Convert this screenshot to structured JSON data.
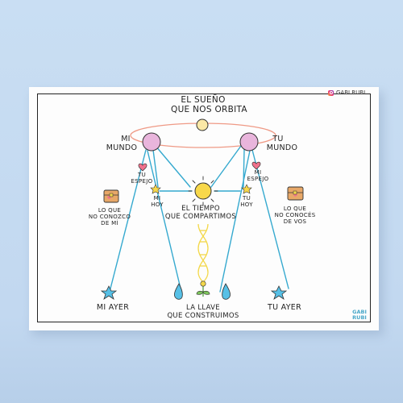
{
  "brand": {
    "handle": "GABI RUBI",
    "logo_top": "GABI",
    "logo_bottom": "RUBI"
  },
  "labels": {
    "title_1": "EL SUEÑO",
    "title_2": "QUE NOS ORBITA",
    "mi_mundo_1": "MI",
    "mi_mundo_2": "MUNDO",
    "tu_mundo_1": "TU",
    "tu_mundo_2": "MUNDO",
    "tu_espejo_1": "TU",
    "tu_espejo_2": "ESPEJO",
    "mi_espejo_1": "MI",
    "mi_espejo_2": "ESPEJO",
    "mi_hoy_1": "MI",
    "mi_hoy_2": "HOY",
    "tu_hoy_1": "TU",
    "tu_hoy_2": "HOY",
    "tiempo_1": "EL TIEMPO",
    "tiempo_2": "QUE COMPARTIMOS",
    "lo_que_mi_1": "LO QUE",
    "lo_que_mi_2": "NO CONOZCO",
    "lo_que_mi_3": "DE MÍ",
    "lo_que_vos_1": "LO QUE",
    "lo_que_vos_2": "NO CONOCÉS",
    "lo_que_vos_3": "DE VOS",
    "mi_ayer": "MI AYER",
    "tu_ayer": "TU AYER",
    "llave_1": "LA LLAVE",
    "llave_2": "QUE CONSTRUIMOS"
  },
  "colors": {
    "line_blue": "#35a9cf",
    "orbit": "#ef9a86",
    "planet": "#e9b5dc",
    "sun": "#f8d84a",
    "dream_sun": "#fbe8a6",
    "chest": "#e8a868",
    "heart": "#f0728c",
    "star_blue": "#57c0e6",
    "helix": "#f3d84a"
  }
}
